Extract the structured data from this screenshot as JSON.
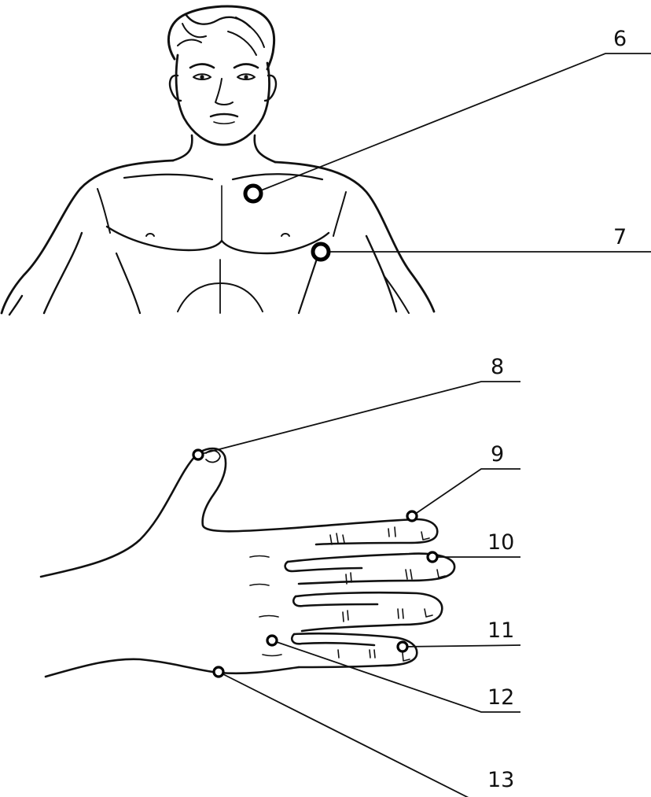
{
  "labels": {
    "p6": "6",
    "p7": "7",
    "p8": "8",
    "p9": "9",
    "p10": "10",
    "p11": "11",
    "p12": "12",
    "p13": "13"
  },
  "colors": {
    "ink": "#111111",
    "background": "#ffffff"
  }
}
